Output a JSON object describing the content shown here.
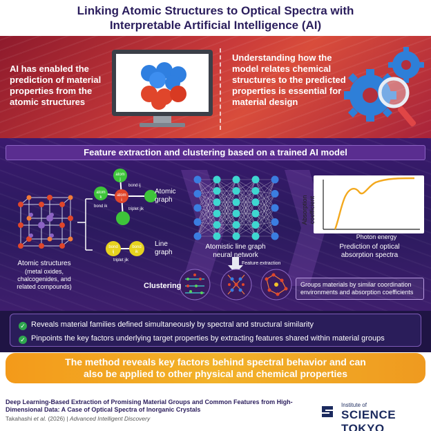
{
  "header": {
    "title_line1": "Linking Atomic Structures to Optical Spectra with",
    "title_line2": "Interpretable Artificial Intelligence (AI)"
  },
  "intro": {
    "left_text": "AI has enabled the prediction of material properties from the atomic structures",
    "right_text": "Understanding how the model relates chemical structures to the predicted properties is essential for material design"
  },
  "feature_section": {
    "title": "Feature extraction and clustering based on a trained AI model",
    "atomic_structures_label": "Atomic structures",
    "atomic_structures_sub": "(metal oxides, chalcogenides, and related compounds)",
    "atomic_graph_label": "Atomic graph",
    "line_graph_label": "Line graph",
    "bond_ij": "bond ij",
    "bond_ik": "bond ik",
    "triplet_jik": "triplet jik",
    "atom_i": "atom i",
    "atom_j": "atom j",
    "atom_k": "atom k",
    "line_bond_ij": "bond ij",
    "line_bond_ik": "bond ik",
    "line_triplet": "triplet jik",
    "nn_label": "Atomistic line graph neural network",
    "feature_extraction_label": "Feature extraction",
    "spectrum_ylabel": "Absorption coefficient",
    "spectrum_xlabel": "Photon energy",
    "spectrum_caption": "Prediction of optical absorption spectra",
    "clustering_label": "Clustering",
    "groups_text": "Groups materials by similar coordination environments and absorption coefficients"
  },
  "benefits": [
    "Reveals material families defined simultaneously by spectral and structural similarity",
    "Pinpoints the key factors underlying target properties by extracting features shared within material groups"
  ],
  "banner": {
    "line1": "The method reveals key factors behind spectral behavior and can",
    "line2": "also be applied to other physical and chemical properties"
  },
  "footer": {
    "paper_title": "Deep Learning-Based Extraction of Promising Material Groups and Common Features from High-Dimensional Data: A Case of Optical Spectra of Inorganic Crystals",
    "authors": "Takahashi",
    "et_al": "et al.",
    "year": "(2026)",
    "separator": "|",
    "journal": "Advanced Intelligent Discovery",
    "logo_small": "Institute of",
    "logo_big": "SCIENCE TOKYO"
  },
  "colors": {
    "header_text": "#2a1d5c",
    "red_band": "#c93a3a",
    "purple_band": "#2b1a5e",
    "banner_orange": "#f2a61f",
    "check_green": "#2fa84f",
    "atom_green": "#3ec43a",
    "atom_red": "#e0462b",
    "atom_yellow": "#e6d21f",
    "nn_cyan": "#3fd6d0",
    "nn_blue": "#3b7de0",
    "curve_orange": "#f3a81d"
  }
}
